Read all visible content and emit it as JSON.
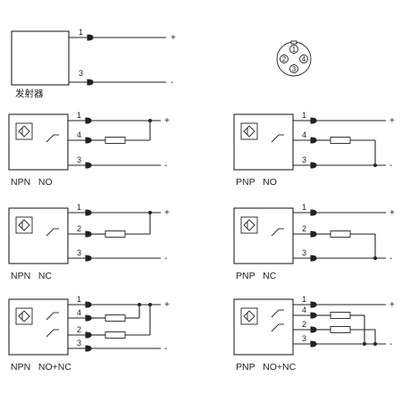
{
  "emitter": {
    "caption": "发射器",
    "pins": [
      {
        "num": "1",
        "polarity": "+"
      },
      {
        "num": "3",
        "polarity": "-"
      }
    ]
  },
  "connector": {
    "pins": [
      "1",
      "2",
      "3",
      "4"
    ]
  },
  "diagrams": [
    {
      "id": "npn-no",
      "caption": "NPN   NO",
      "pins": [
        {
          "num": "1",
          "polarity": "+"
        },
        {
          "num": "4",
          "polarity": ""
        },
        {
          "num": "3",
          "polarity": "-"
        }
      ]
    },
    {
      "id": "pnp-no",
      "caption": "PNP   NO",
      "pins": [
        {
          "num": "1",
          "polarity": "+"
        },
        {
          "num": "4",
          "polarity": ""
        },
        {
          "num": "3",
          "polarity": "-"
        }
      ]
    },
    {
      "id": "npn-nc",
      "caption": "NPN   NC",
      "pins": [
        {
          "num": "1",
          "polarity": "+"
        },
        {
          "num": "2",
          "polarity": ""
        },
        {
          "num": "3",
          "polarity": "-"
        }
      ]
    },
    {
      "id": "pnp-nc",
      "caption": "PNP   NC",
      "pins": [
        {
          "num": "1",
          "polarity": "+"
        },
        {
          "num": "2",
          "polarity": ""
        },
        {
          "num": "3",
          "polarity": "-"
        }
      ]
    },
    {
      "id": "npn-nonc",
      "caption": "NPN   NO+NC",
      "pins": [
        {
          "num": "1",
          "polarity": "+"
        },
        {
          "num": "4",
          "polarity": ""
        },
        {
          "num": "2",
          "polarity": ""
        },
        {
          "num": "3",
          "polarity": "-"
        }
      ]
    },
    {
      "id": "pnp-nonc",
      "caption": "PNP   NO+NC",
      "pins": [
        {
          "num": "1",
          "polarity": "+"
        },
        {
          "num": "4",
          "polarity": ""
        },
        {
          "num": "2",
          "polarity": ""
        },
        {
          "num": "3",
          "polarity": "-"
        }
      ]
    }
  ]
}
